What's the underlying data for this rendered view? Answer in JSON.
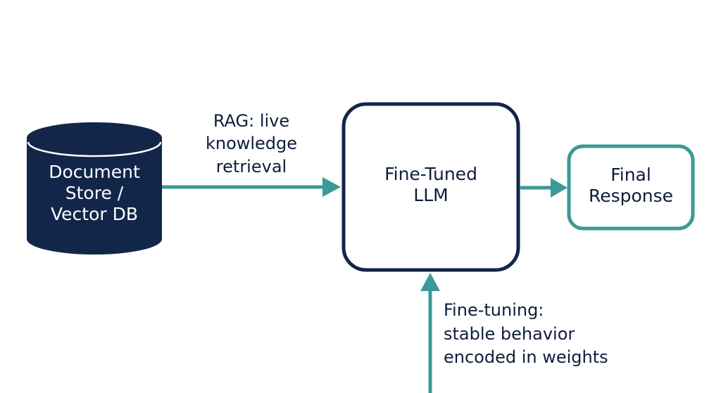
{
  "colors": {
    "navy": "#12264a",
    "teal": "#3a9a98",
    "text_dark": "#0f1d3a",
    "background": "#ffffff"
  },
  "nodes": {
    "document_store": {
      "lines": [
        "Document",
        "Store /",
        "Vector DB"
      ],
      "shape": "cylinder"
    },
    "llm": {
      "lines": [
        "Fine-Tuned",
        "LLM"
      ],
      "shape": "rounded-rect"
    },
    "final_response": {
      "lines": [
        "Final",
        "Response"
      ],
      "shape": "rounded-rect"
    }
  },
  "edges": {
    "rag": {
      "from": "document_store",
      "to": "llm",
      "label_lines": [
        "RAG: live",
        "knowledge",
        "retrieval"
      ]
    },
    "fine_tuning": {
      "from": "below",
      "to": "llm",
      "label_lines": [
        "Fine-tuning:",
        "stable behavior",
        "encoded in weights"
      ]
    },
    "output": {
      "from": "llm",
      "to": "final_response"
    }
  }
}
